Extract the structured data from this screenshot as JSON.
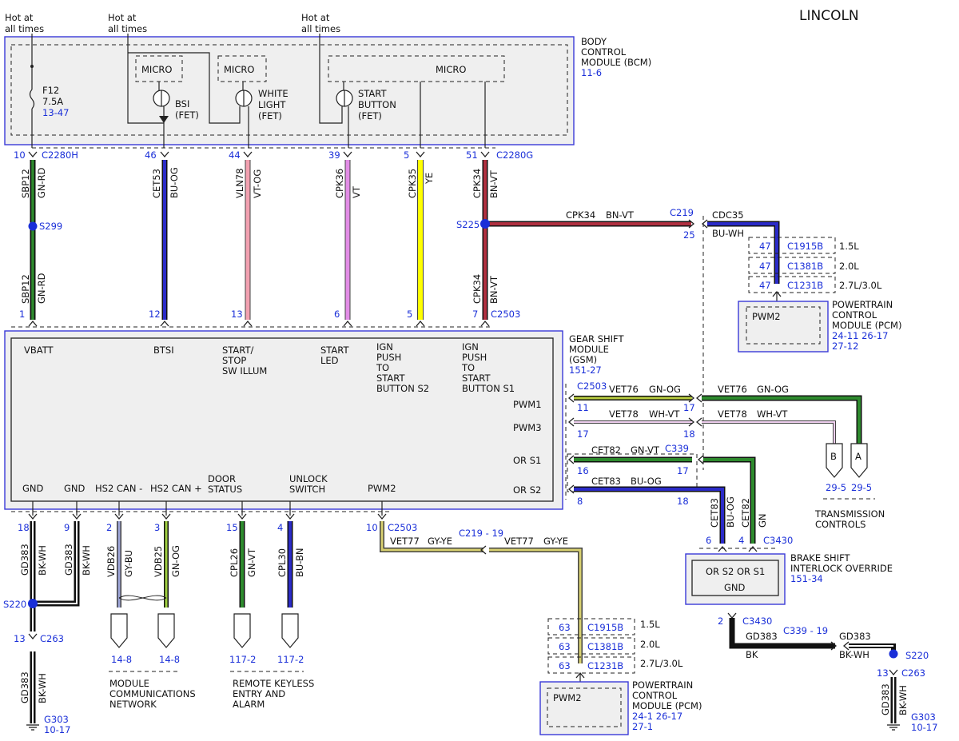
{
  "header": {
    "brand": "LINCOLN"
  },
  "power": {
    "hot1": [
      "Hot at",
      "all times"
    ],
    "hot2": [
      "Hot at",
      "all times"
    ],
    "hot3": [
      "Hot at",
      "all times"
    ]
  },
  "bcm": {
    "title": [
      "BODY",
      "CONTROL",
      "MODULE (BCM)"
    ],
    "ref": "11-6",
    "micro1": "MICRO",
    "micro2": "MICRO",
    "micro3": "MICRO",
    "fuse": [
      "F12",
      "7.5A"
    ],
    "fuse_ref": "13-47",
    "bsi": [
      "BSI",
      "(FET)"
    ],
    "white": [
      "WHITE",
      "LIGHT",
      "(FET)"
    ],
    "start": [
      "START",
      "BUTTON",
      "(FET)"
    ],
    "conn_h": "C2280H",
    "conn_g": "C2280G"
  },
  "top_pins": [
    {
      "pin": "10",
      "circuit": "SBP12",
      "color": "GN-RD",
      "cpin": "1"
    },
    {
      "pin": "46",
      "circuit": "CET53",
      "color": "BU-OG",
      "cpin": "12"
    },
    {
      "pin": "44",
      "circuit": "VLN78",
      "color": "VT-OG",
      "cpin": "13"
    },
    {
      "pin": "39",
      "circuit": "CPK36",
      "color": "VT",
      "cpin": "6"
    },
    {
      "pin": "5",
      "circuit": "CPK35",
      "color": "YE",
      "cpin": "5"
    },
    {
      "pin": "51",
      "circuit": "CPK34",
      "color": "BN-VT",
      "cpin": "7"
    }
  ],
  "splices": {
    "s299": "S299",
    "s225": "S225",
    "s220a": "S220",
    "s220b": "S220"
  },
  "lower_labels": {
    "sbp12": "SBP12",
    "gnrd": "GN-RD",
    "cpk34": "CPK34",
    "bnvt": "BN-VT",
    "c2503": "C2503"
  },
  "pcm_top": {
    "wire1": [
      "CPK34",
      "BN-VT"
    ],
    "c219": "C219",
    "pin25": "25",
    "cdc35": "CDC35",
    "buwh": "BU-WH",
    "rows": [
      {
        "pin": "47",
        "conn": "C1915B",
        "eng": "1.5L"
      },
      {
        "pin": "47",
        "conn": "C1381B",
        "eng": "2.0L"
      },
      {
        "pin": "47",
        "conn": "C1231B",
        "eng": "2.7L/3.0L"
      }
    ],
    "pwm": "PWM2",
    "title": [
      "POWERTRAIN",
      "CONTROL",
      "MODULE (PCM)"
    ],
    "refs": [
      "24-11  26-17",
      "27-12"
    ]
  },
  "gsm": {
    "title": [
      "GEAR SHIFT",
      "MODULE",
      "(GSM)"
    ],
    "ref": "151-27",
    "top": [
      "VBATT",
      "BTSI",
      [
        "START/",
        "STOP",
        "SW ILLUM"
      ],
      [
        "START",
        "LED"
      ],
      [
        "IGN",
        "PUSH",
        "TO",
        "START",
        "BUTTON S2"
      ],
      [
        "IGN",
        "PUSH",
        "TO",
        "START",
        "BUTTON S1"
      ]
    ],
    "right": [
      "PWM1",
      "PWM3",
      "OR S1",
      "OR S2"
    ],
    "bottom": [
      "GND",
      "GND",
      "HS2 CAN -",
      "HS2 CAN +",
      [
        "DOOR",
        "STATUS"
      ],
      [
        "UNLOCK",
        "SWITCH"
      ],
      "PWM2"
    ]
  },
  "right_wires": [
    {
      "conn": "C2503",
      "lpin": "11",
      "c1": "VET76",
      "c2": "GN-OG",
      "rpin": "17",
      "c3": "VET76",
      "c4": "GN-OG"
    },
    {
      "lpin": "17",
      "c1": "VET78",
      "c2": "WH-VT",
      "rpin": "18",
      "c3": "VET78",
      "c4": "WH-VT"
    },
    {
      "lpin": "16",
      "c1": "CET82",
      "c2": "GN-VT",
      "conn": "C339",
      "rpin": "17"
    },
    {
      "lpin": "8",
      "c1": "CET83",
      "c2": "BU-OG",
      "rpin": "18"
    }
  ],
  "trans": {
    "b": "B",
    "a": "A",
    "bref": "29-5",
    "aref": "29-5",
    "title": [
      "TRANSMISSION",
      "CONTROLS"
    ]
  },
  "bsio": {
    "cet83": "CET83",
    "buog": "BU-OG",
    "cet82": "CET82",
    "gn": "GN",
    "p6": "6",
    "p4": "4",
    "conn": "C3430",
    "inner": [
      "OR S2  OR S1",
      "GND"
    ],
    "title": [
      "BRAKE SHIFT",
      "INTERLOCK OVERRIDE"
    ],
    "ref": "151-34",
    "p2": "2",
    "conn2": "C3430",
    "gd383": "GD383",
    "bk": "BK",
    "c339": "C339 - 19",
    "gd383b": "GD383",
    "bkwh": "BK-WH"
  },
  "bottom_pins": [
    {
      "pin": "18",
      "circuit": "GD383",
      "color": "BK-WH"
    },
    {
      "pin": "9",
      "circuit": "GD383",
      "color": "BK-WH"
    },
    {
      "pin": "2",
      "circuit": "VDB26",
      "color": "GY-BU"
    },
    {
      "pin": "3",
      "circuit": "VDB25",
      "color": "GN-OG"
    },
    {
      "pin": "15",
      "circuit": "CPL26",
      "color": "GN-VT"
    },
    {
      "pin": "4",
      "circuit": "CPL30",
      "color": "BU-BN"
    }
  ],
  "gnd_left": {
    "p13": "13",
    "c263": "C263",
    "gd383": "GD383",
    "bkwh": "BK-WH",
    "g303": "G303",
    "ref": "10-17"
  },
  "gnd_right": {
    "p13": "13",
    "c263": "C263",
    "gd383": "GD383",
    "bkwh": "BK-WH",
    "g303": "G303",
    "ref": "10-17"
  },
  "network": {
    "r1": "14-8",
    "r2": "14-8",
    "title": [
      "MODULE",
      "COMMUNICATIONS",
      "NETWORK"
    ]
  },
  "keyless": {
    "r1": "117-2",
    "r2": "117-2",
    "title": [
      "REMOTE KEYLESS",
      "ENTRY AND",
      "ALARM"
    ]
  },
  "pwm2_wire": {
    "pin": "10",
    "conn": "C2503",
    "c1": "VET77",
    "c2": "GY-YE",
    "c219": "C219 - 19",
    "c3": "VET77",
    "c4": "GY-YE"
  },
  "pcm_bottom": {
    "rows": [
      {
        "pin": "63",
        "conn": "C1915B",
        "eng": "1.5L"
      },
      {
        "pin": "63",
        "conn": "C1381B",
        "eng": "2.0L"
      },
      {
        "pin": "63",
        "conn": "C1231B",
        "eng": "2.7L/3.0L"
      }
    ],
    "pwm": "PWM2",
    "title": [
      "POWERTRAIN",
      "CONTROL",
      "MODULE (PCM)"
    ],
    "refs": [
      "24-1   26-17",
      "27-1"
    ]
  },
  "colors": {
    "module_border": "#3a3ad8",
    "label_blue": "#1a2fd8",
    "gn": "#2e8b2e",
    "bu": "#2b2bc8",
    "pk": "#f2a0b0",
    "vt": "#e28ce6",
    "ye": "#ffff00",
    "bn": "#b03040",
    "gy": "#c8c878",
    "bk": "#111111"
  }
}
